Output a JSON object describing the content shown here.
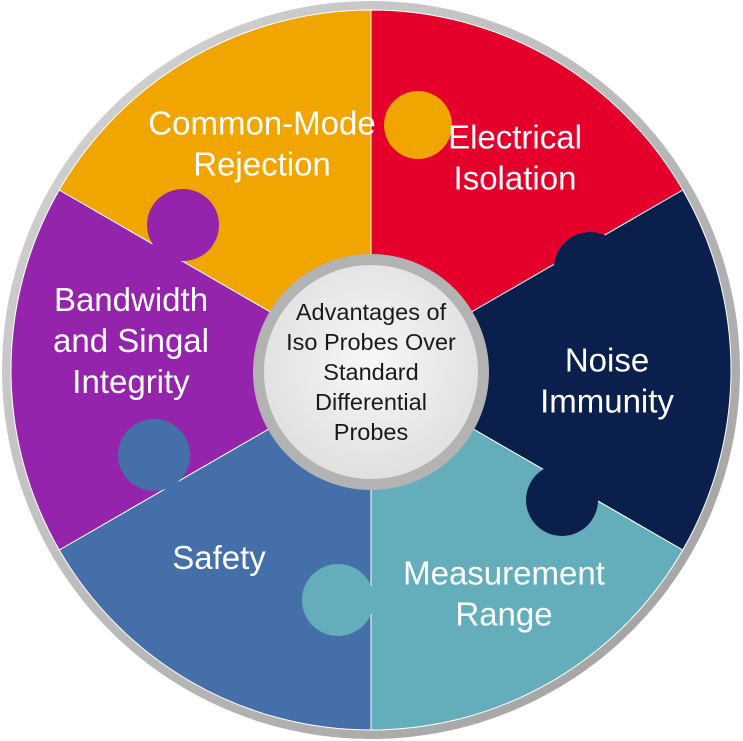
{
  "center": {
    "lines": [
      "Advantages of",
      "Iso Probes Over",
      "Standard",
      "Differential",
      "Probes"
    ]
  },
  "segments": [
    {
      "id": "electrical-isolation",
      "lines": [
        "Electrical",
        "Isolation"
      ],
      "color": "#e4002b"
    },
    {
      "id": "noise-immunity",
      "lines": [
        "Noise",
        "Immunity"
      ],
      "color": "#0b1f4d"
    },
    {
      "id": "measurement-range",
      "lines": [
        "Measurement",
        "Range"
      ],
      "color": "#64adbb"
    },
    {
      "id": "safety",
      "lines": [
        "Safety"
      ],
      "color": "#456fa8"
    },
    {
      "id": "bandwidth-signal-integrity",
      "lines": [
        "Bandwidth",
        "and Singal",
        "Integrity"
      ],
      "color": "#9424ab"
    },
    {
      "id": "common-mode-rejection",
      "lines": [
        "Common-Mode",
        "Rejection"
      ],
      "color": "#f0a500"
    }
  ],
  "colors": {
    "outer_ring": "#bfbfbf",
    "center_ring": "#b3b3b3",
    "center_fill": "#ececec"
  }
}
